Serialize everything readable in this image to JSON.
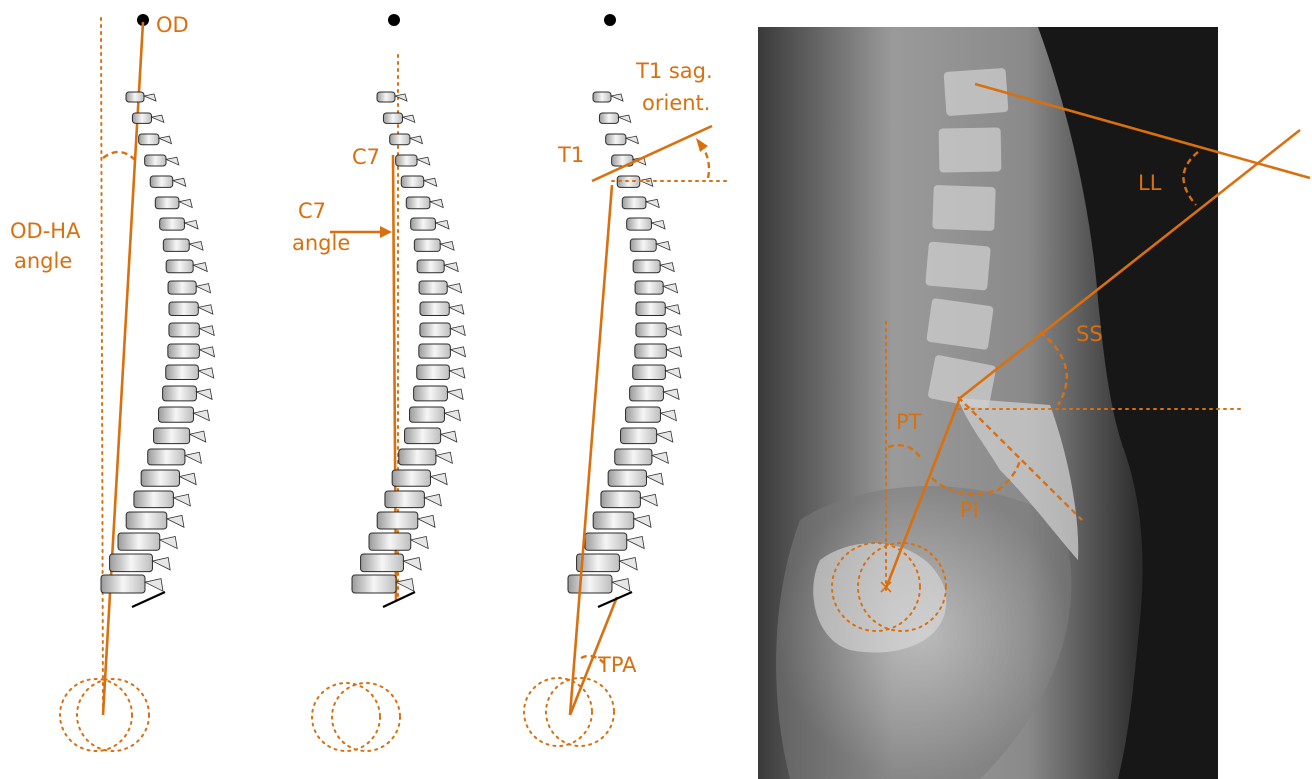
{
  "colors": {
    "annotation": "#d9700f",
    "background": "#ffffff",
    "xray_bg": "#171717",
    "bone": "#efefef",
    "marker": "#000000"
  },
  "panels": [
    {
      "labels": {
        "od": "OD",
        "odha_line1": "OD-HA",
        "odha_line2": "angle"
      }
    },
    {
      "labels": {
        "c7": "C7",
        "c7angle_line1": "C7",
        "c7angle_line2": "angle"
      }
    },
    {
      "labels": {
        "t1sag_line1": "T1 sag.",
        "t1sag_line2": "orient.",
        "t1": "T1",
        "tpa": "TPA"
      }
    }
  ],
  "xray": {
    "labels": {
      "ll": "LL",
      "ss": "SS",
      "pt": "PT",
      "pi": "PI"
    }
  }
}
